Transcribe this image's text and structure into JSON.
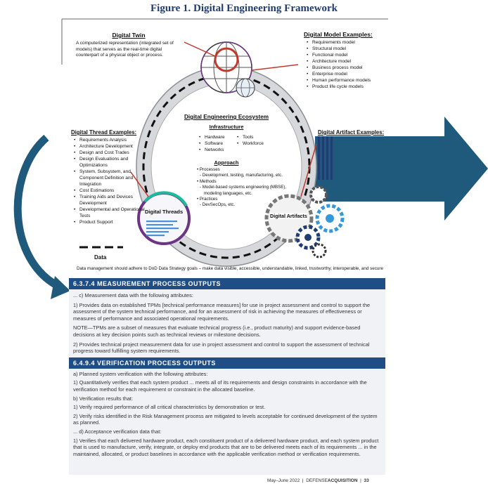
{
  "figure": {
    "title": "Figure 1.  Digital Engineering Framework",
    "digital_twin": {
      "heading": "Digital Twin",
      "text": "A computerized representation (integrated set of models) that serves as the real-time digital counterpart of a physical object or process."
    },
    "model_examples": {
      "heading": "Digital Model Examples:",
      "items": [
        "Requirements model",
        "Structural model",
        "Functional model",
        "Architecture model",
        "Business process model",
        "Enterprise model",
        "Human performance models",
        "Product life cycle models"
      ]
    },
    "thread_examples": {
      "heading": "Digital Thread Examples:",
      "items": [
        "Requirements Analysis",
        "Architecture Development",
        "Design and Cost Trades",
        "Design Evaluations and Optimizations",
        "System, Subsystem, and Component Definition and Integration",
        "Cost Estimations",
        "Training Aids and Devices Development",
        "Developmental and Operational Tests",
        "Product Support"
      ]
    },
    "artifact_examples": {
      "heading": "Digital Artifact Examples:"
    },
    "ecosystem": {
      "title": "Digital Engineering Ecosystem",
      "infrastructure": {
        "heading": "Infrastructure",
        "col1": [
          "Hardware",
          "Software",
          "Networks"
        ],
        "col2": [
          "Tools",
          "Workforce"
        ]
      },
      "approach": {
        "heading": "Approach",
        "lines": [
          "• Processes",
          "- Development, testing, manufacturing, etc.",
          "• Methods",
          "- Model-based systems engineering (MBSE),",
          "modeling languages, etc.",
          "• Practices",
          "- DevSecOps, etc."
        ]
      }
    },
    "digital_threads_label": "Digital Threads",
    "digital_artifacts_label": "Digital Artifacts",
    "data_label": "Data",
    "data_note": "Data management should adhere to DoD Data Strategy goals – make data visible, accessible, understandable, linked, trustworthy, interoperable, and secure"
  },
  "box": {
    "sec1_heading": "6.3.7.4 MEASUREMENT PROCESS OUTPUTS",
    "sec1_paras": [
      "... c) Measurement data with the following attributes:",
      "1) Provides data on established TPMs [technical performance measures] for use in project assessment and control to support the assessment of the system technical performance, and for an assessment of risk in achieving the measures of effectiveness or measures of performance and associated operational requirements.",
      "NOTE—TPMs are a subset of measures that evaluate technical progress (i.e., product maturity) and support evidence-based decisions at key decision points such as technical reviews or milestone decisions.",
      "2) Provides technical project measurement data for use in project assessment and control to support the assessment of technical progress toward fulfilling system requirements."
    ],
    "sec2_heading": "6.4.9.4 VERIFICATION PROCESS OUTPUTS",
    "sec2_paras": [
      "a) Planned system verification with the following attributes:",
      "1) Quantitatively verifies that each system product ... meets all of its requirements and design constraints in accordance with the verification method for each requirement or constraint in the allocated baseline.",
      "b) Verification results that:",
      "1) Verify required performance of all critical characteristics by demonstration or test.",
      "2) Verify risks identified in the Risk Management process are mitigated to levels acceptable for continued development of the system as planned.",
      "... d) Acceptance verification data that:",
      "1) Verifies that each delivered hardware product, each constituent product of a delivered hardware product, and each system product that is used to manufacture, verify, integrate, or deploy end products that are to be delivered meets each of its requirements ... in the maintained, allocated, or product baselines in accordance with the applicable verification method or verification requirements."
    ]
  },
  "footer": {
    "date": "May–June 2022",
    "pub1": "DEFENSE",
    "pub2": "ACQUISITION",
    "page": "33"
  },
  "colors": {
    "arrow": "#1f5a7c",
    "bar": "#1f4e86",
    "title": "#1f3d73"
  }
}
